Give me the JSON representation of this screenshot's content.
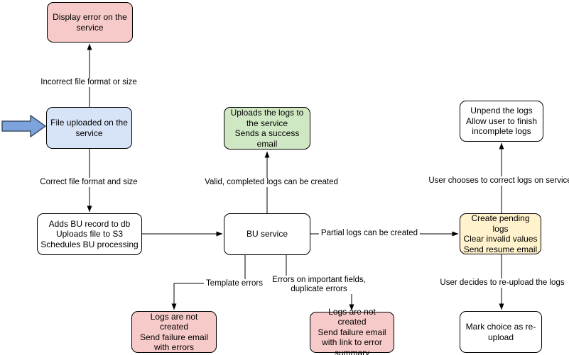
{
  "diagram": {
    "nodes": [
      {
        "id": "display-error",
        "label": "Display error on the\nservice",
        "fill": "pink"
      },
      {
        "id": "file-uploaded",
        "label": "File uploaded on the\nservice",
        "fill": "blue"
      },
      {
        "id": "adds-bu-record",
        "label": "Adds BU record to db\nUploads file to S3\nSchedules BU processing",
        "fill": "white"
      },
      {
        "id": "bu-service",
        "label": "BU service",
        "fill": "white"
      },
      {
        "id": "uploads-logs",
        "label": "Uploads the logs to\nthe service\nSends a success\nemail",
        "fill": "green"
      },
      {
        "id": "create-pending-logs",
        "label": "Create pending logs\nClear invalid values\nSend resume email",
        "fill": "yellow"
      },
      {
        "id": "unpend-logs",
        "label": "Unpend the logs\nAllow user to finish\nincomplete logs",
        "fill": "white"
      },
      {
        "id": "mark-choice-reupload",
        "label": "Mark choice as re-\nupload",
        "fill": "white"
      },
      {
        "id": "logs-not-created-errors",
        "label": "Logs are not created\nSend failure email\nwith errors",
        "fill": "pink"
      },
      {
        "id": "logs-not-created-summary",
        "label": "Logs are not created\nSend failure email\nwith link to error\nsummary",
        "fill": "pink"
      }
    ],
    "edge_labels": [
      {
        "id": "incorrect-format",
        "text": "Incorrect file format or size"
      },
      {
        "id": "correct-format",
        "text": "Correct file format and size"
      },
      {
        "id": "valid-logs",
        "text": "Valid, completed logs can be created"
      },
      {
        "id": "partial-logs",
        "text": "Partial logs can be created"
      },
      {
        "id": "template-errors",
        "text": "Template errors"
      },
      {
        "id": "important-fields",
        "text": "Errors on important fields,\nduplicate errors"
      },
      {
        "id": "user-chooses",
        "text": "User chooses to correct logs on service"
      },
      {
        "id": "user-decides",
        "text": "User decides to re-upload the logs"
      }
    ],
    "colors": {
      "pink": "#f6cac8",
      "blue": "#d7e3f7",
      "green": "#cfe8c3",
      "yellow": "#fff2cc",
      "white": "#ffffff",
      "node_border": "#000000",
      "edge": "#000000",
      "arrow_fill": "#7da3dc",
      "arrow_border": "#3b5068"
    }
  }
}
